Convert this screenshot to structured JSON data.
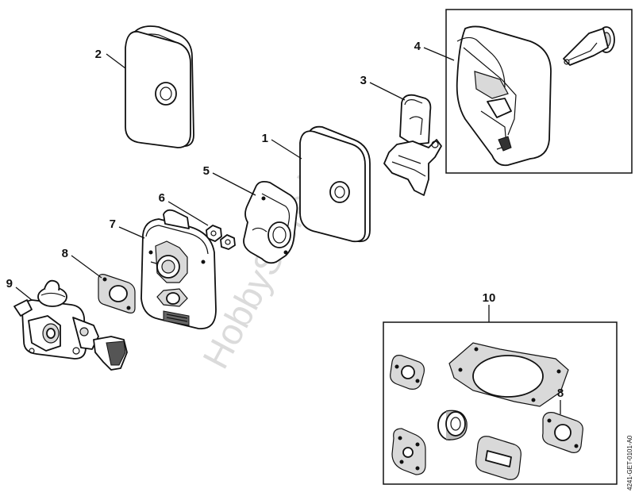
{
  "diagram": {
    "watermark": "HobbyStore.it",
    "reference_code": "4241-GET-0101-A0",
    "labels": {
      "p1": "1",
      "p2": "2",
      "p3": "3",
      "p4": "4",
      "p5": "5",
      "p6": "6",
      "p7": "7",
      "p8": "8",
      "p9": "9",
      "p10": "10",
      "p8_kit": "8"
    }
  }
}
